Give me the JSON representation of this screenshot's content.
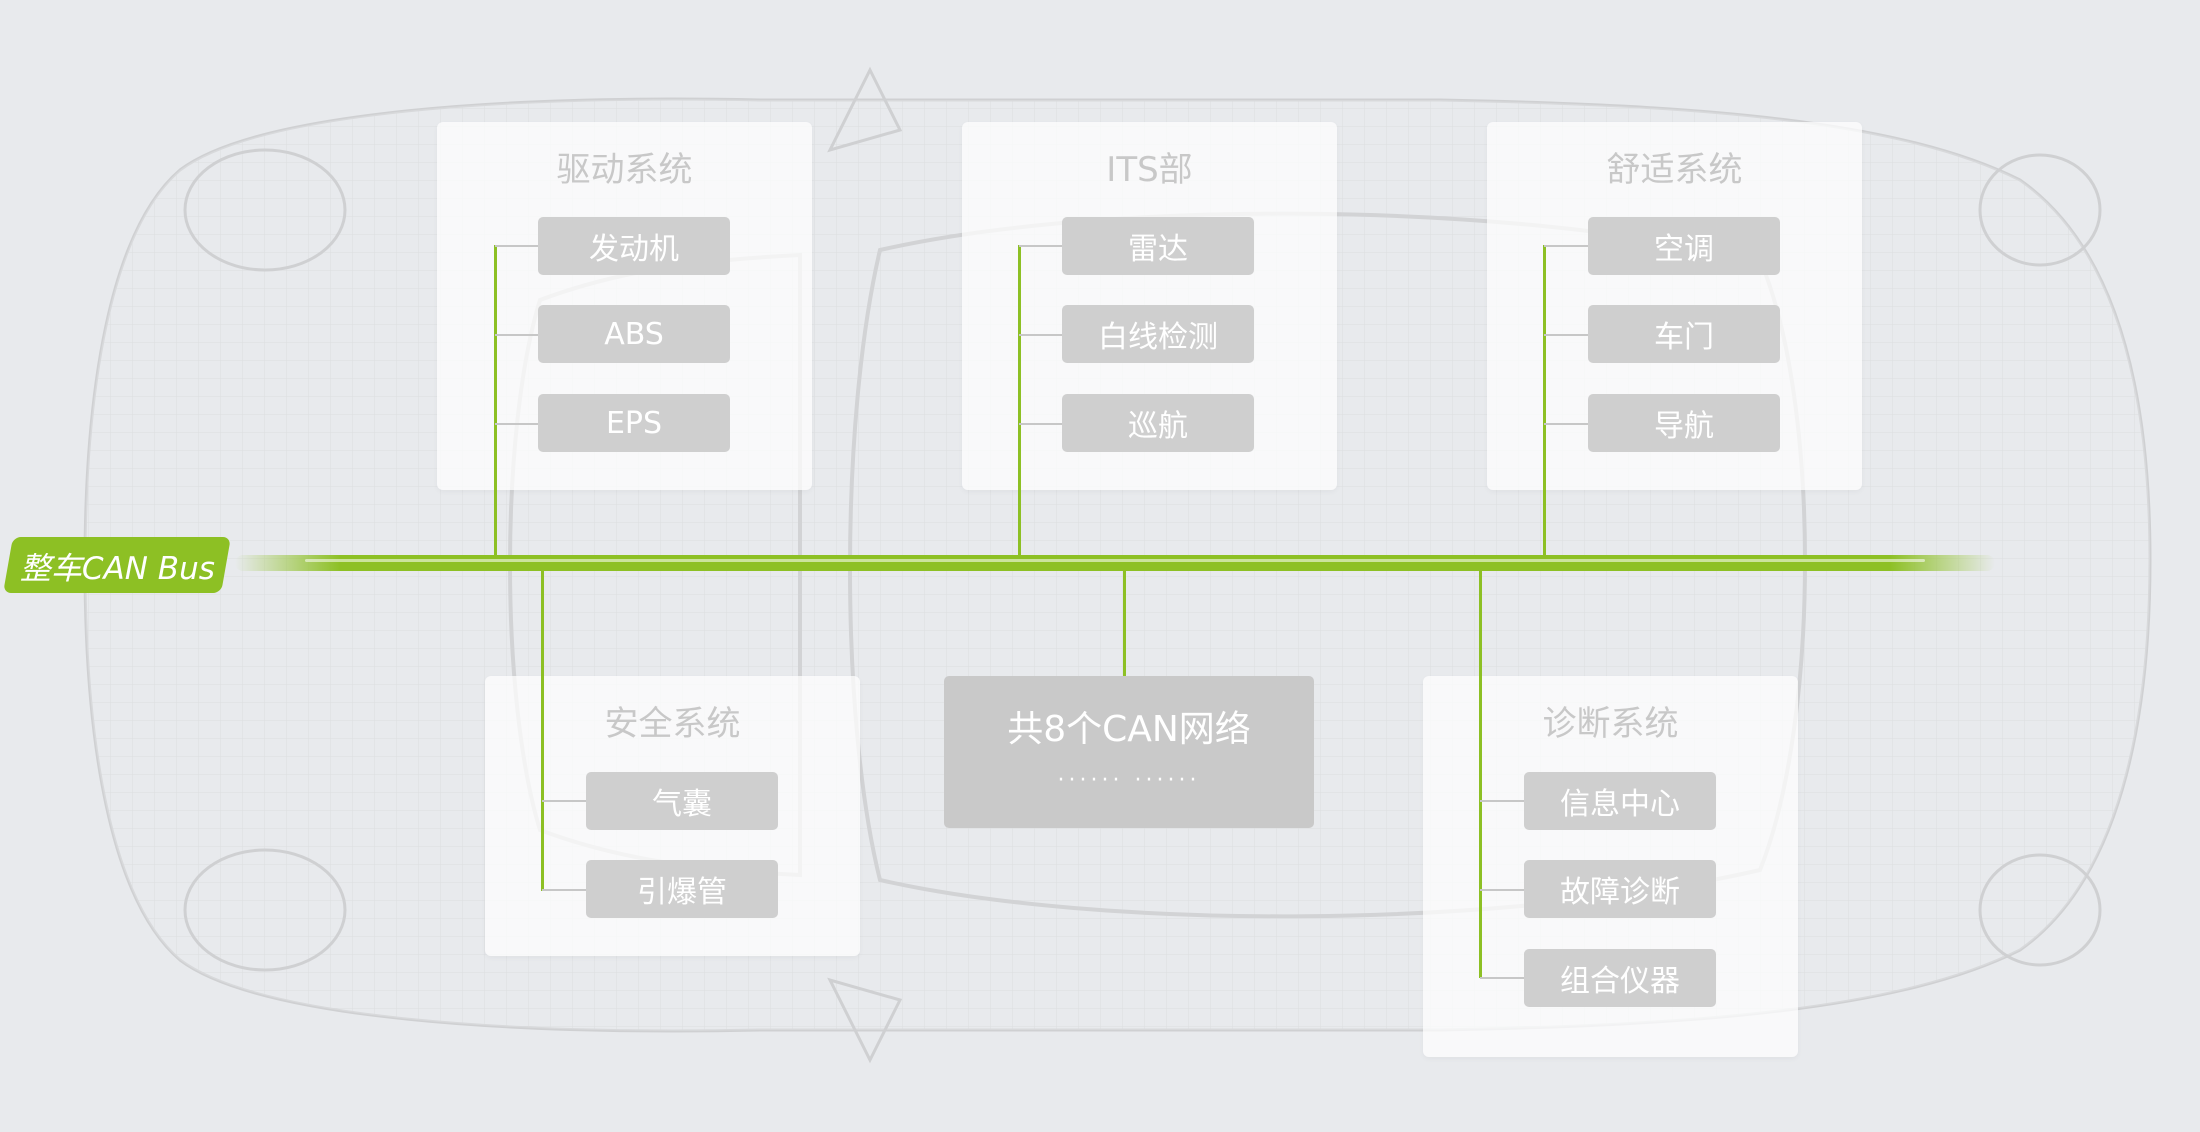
{
  "bus": {
    "label": "整车CAN Bus"
  },
  "groups": {
    "drive": {
      "title": "驱动系统",
      "items": [
        "发动机",
        "ABS",
        "EPS"
      ]
    },
    "its": {
      "title": "ITS部",
      "items": [
        "雷达",
        "白线检测",
        "巡航"
      ]
    },
    "comfort": {
      "title": "舒适系统",
      "items": [
        "空调",
        "车门",
        "导航"
      ]
    },
    "safety": {
      "title": "安全系统",
      "items": [
        "气囊",
        "引爆管"
      ]
    },
    "diag": {
      "title": "诊断系统",
      "items": [
        "信息中心",
        "故障诊断",
        "组合仪器"
      ]
    }
  },
  "total": {
    "title": "共8个CAN网络",
    "dots": "······  ······"
  },
  "colors": {
    "accent": "#8dc024",
    "chip": "#cfcfcf",
    "background": "#e8eaed"
  }
}
